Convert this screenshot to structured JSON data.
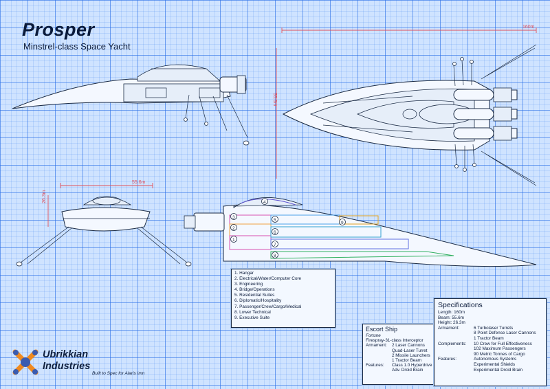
{
  "header": {
    "title": "Prosper",
    "subtitle": "Minstrel-class Space Yacht"
  },
  "dimensions": {
    "length_top": "160m",
    "height_side": "55.6m",
    "beam_front": "55.6m",
    "height_front": "26.3m"
  },
  "compartment_markers": [
    "1",
    "2",
    "3",
    "4",
    "5",
    "6",
    "7",
    "8",
    "9"
  ],
  "legend": {
    "items": [
      "1. Hangar",
      "2. Electrical/Water/Computer Core",
      "3. Engineering",
      "4. Bridge/Operations",
      "5. Residential Suites",
      "6. Diplomatic/Hospitality",
      "7. Passenger/Crew/Cargo/Medical",
      "8. Lower Technical",
      "9. Executive Suite"
    ]
  },
  "escort": {
    "title": "Escort Ship",
    "name": "Fortune",
    "class": "Firespray-31-class Interceptor",
    "armament_key": "Armament:",
    "armament": [
      "2 Laser Cannons",
      "Quad-Laser Turret",
      "2 Missile Launchers",
      "1 Tractor Beam"
    ],
    "features_key": "Features:",
    "features": [
      "Class 1.0 Hyperdrive",
      "Adv. Droid Brain"
    ]
  },
  "specs": {
    "title": "Specifications",
    "length": "Length: 160m",
    "beam": "Beam: 55.6m",
    "height": "Height: 26.3m",
    "armament_key": "Armament:",
    "armament": [
      "6 Turbolaser Turrets",
      "8 Point Defense Laser Cannons",
      "1 Tractor Beam"
    ],
    "complements_key": "Complements:",
    "complements": [
      "10 Crew for Full Effectiveness",
      "102 Maximum Passengers",
      "90 Metric Tonnes of Cargo"
    ],
    "features_key": "Features:",
    "features": [
      "Autonomous Systems",
      "Experimental Shields",
      "Experimental Droid Brain"
    ]
  },
  "brand": {
    "name_line1": "Ubrikkian",
    "name_line2": "Industries",
    "tagline": "Built to Spec for Alaris Imn"
  },
  "colors": {
    "grid": "#2f6fe0",
    "paper": "#cfe3ff",
    "line": "#1a2a44",
    "dimension": "#e0505a",
    "hangar": "#d94fb0",
    "electrical": "#d94fb0",
    "engineering": "#f0a040",
    "bridge": "#5a4fd0",
    "residential": "#4aa0e8",
    "diplomatic": "#2fa0d0",
    "passenger": "#6070e0",
    "lower_technical": "#30b060",
    "executive": "#e0a020",
    "brand_orange": "#f08a20",
    "brand_blue": "#3a5bb0"
  }
}
